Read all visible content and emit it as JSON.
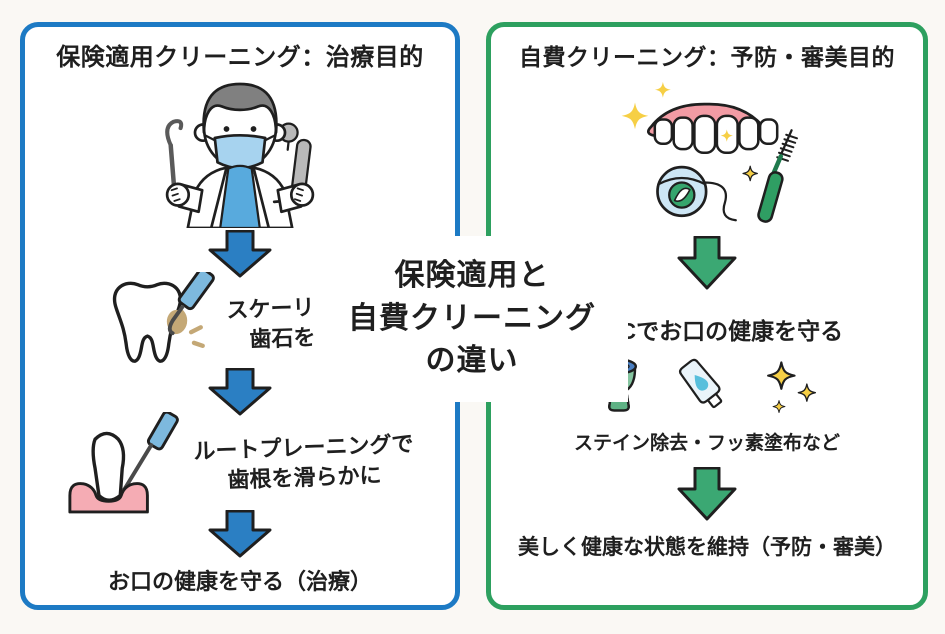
{
  "colors": {
    "bg": "#faf8f4",
    "panel-bg": "#ffffff",
    "border-blue": "#1d7ac4",
    "border-green": "#2da05f",
    "arrow-blue": "#2b7fc3",
    "arrow-green": "#3ba873",
    "mask-blue": "#a7d3ef",
    "gum-pink": "#f29ba4",
    "sparkle-yellow": "#f6cf45",
    "brush-green": "#2f9e63"
  },
  "center_title": {
    "line1": "保険適用と",
    "line2": "自費クリーニング",
    "line3": "の違い"
  },
  "left_panel": {
    "title": "保険適用クリーニング：治療目的",
    "illustration": "dentist-with-scaler-and-drill",
    "step1": {
      "line1": "スケーリングで",
      "line2": "歯石を除去"
    },
    "step2": {
      "line1": "ルートプレーニングで",
      "line2": "歯根を滑らかに"
    },
    "outcome": "お口の健康を守る（治療）"
  },
  "right_panel": {
    "title": "自費クリーニング：予防・審美目的",
    "illustration": "sparkling-teeth-floss-interdental-brush",
    "step1": "PMTCでお口の健康を守る",
    "icons": [
      "prophy-cup-icon",
      "toothpaste-icon",
      "sparkles-icon"
    ],
    "step2": "ステイン除去・フッ素塗布など",
    "outcome": "美しく健康な状態を維持（予防・審美）"
  }
}
